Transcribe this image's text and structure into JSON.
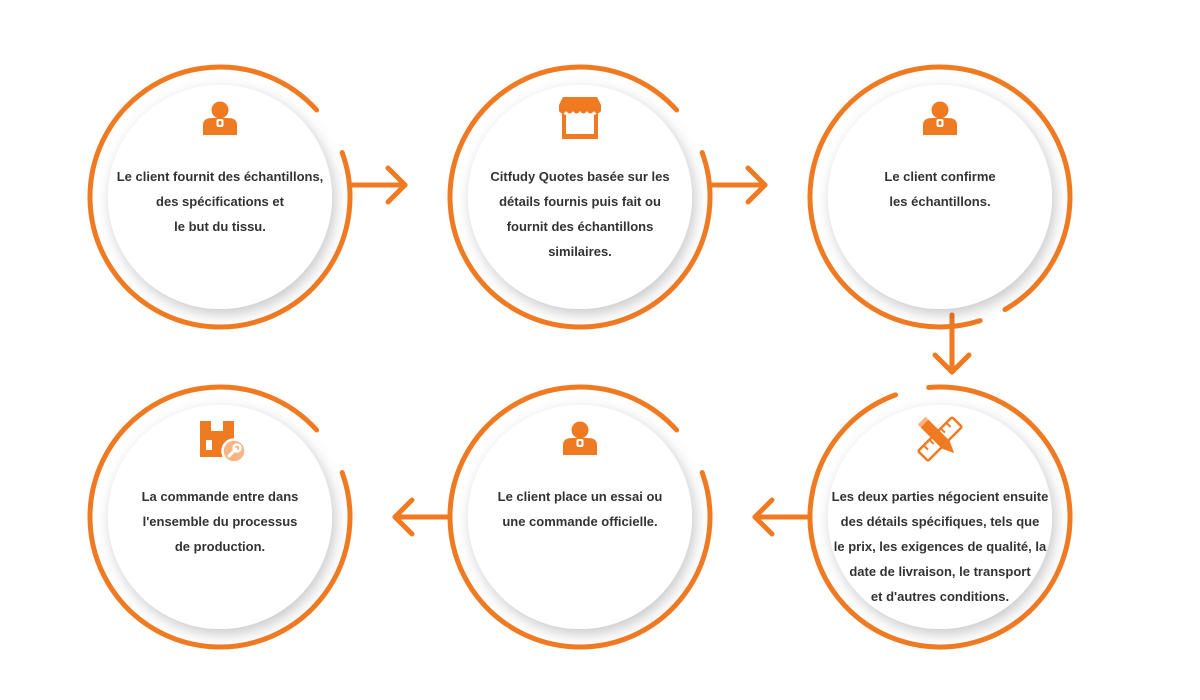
{
  "colors": {
    "accent": "#f07a22",
    "text": "#333333",
    "disc": "#ffffff"
  },
  "steps": [
    {
      "icon": "user-icon",
      "lines": [
        "Le client fournit des échantillons,",
        "des spécifications et",
        "le but du tissu."
      ]
    },
    {
      "icon": "shop-icon",
      "lines": [
        "Citfudy Quotes basée sur les",
        "détails fournis puis fait ou",
        "fournit des échantillons",
        "similaires."
      ]
    },
    {
      "icon": "user-icon",
      "lines": [
        "Le client confirme",
        "les échantillons."
      ]
    },
    {
      "icon": "pencil-ruler-icon",
      "lines": [
        "Les deux parties négocient ensuite",
        "des détails spécifiques, tels que",
        "le prix, les exigences de qualité, la",
        "date de livraison, le transport",
        "et d'autres conditions."
      ]
    },
    {
      "icon": "user-icon",
      "lines": [
        "Le client place un essai ou",
        "une commande officielle."
      ]
    },
    {
      "icon": "factory-wrench-icon",
      "lines": [
        "La commande entre dans",
        "l'ensemble du processus",
        "de production."
      ]
    }
  ],
  "arrows": [
    {
      "from": 1,
      "to": 2,
      "direction": "right"
    },
    {
      "from": 2,
      "to": 3,
      "direction": "right"
    },
    {
      "from": 3,
      "to": 4,
      "direction": "down"
    },
    {
      "from": 4,
      "to": 5,
      "direction": "left"
    },
    {
      "from": 5,
      "to": 6,
      "direction": "left"
    }
  ]
}
